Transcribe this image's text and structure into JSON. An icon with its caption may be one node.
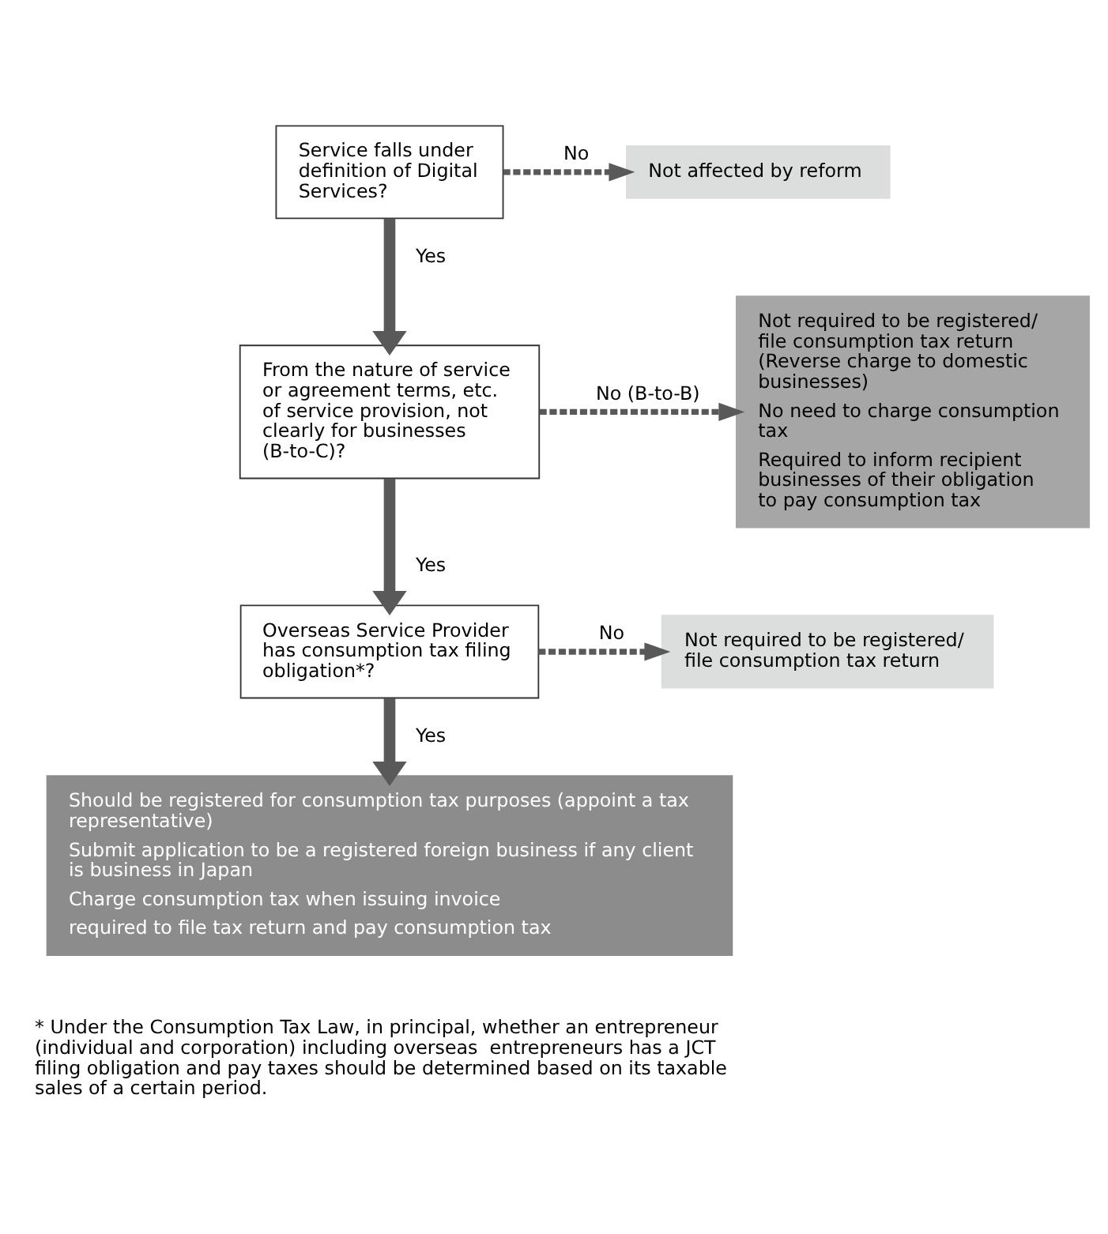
{
  "diagram": {
    "nodes": [
      {
        "text": [
          "Service falls under definition of Digital Services?"
        ]
      },
      {
        "text": [
          "Not affected by reform"
        ]
      },
      {
        "text": [
          "From the nature of service or agreement terms, etc. of service provision, not clearly for businesses (B-to-C)?"
        ]
      },
      {
        "text": [
          "Not required to be registered/ file consumption tax return (Reverse charge to domestic businesses)",
          "No need to charge consumption tax",
          "Required to inform recipient businesses of their obligation to pay consumption tax"
        ]
      },
      {
        "text": [
          "Overseas Service Provider has consumption tax filing obligation*?"
        ]
      },
      {
        "text": [
          "Not required to be registered/ file consumption tax return"
        ]
      },
      {
        "text": [
          "Should be registered for consumption tax purposes (appoint a tax representative)",
          "Submit application to be a registered foreign business if any client is business in Japan",
          "Charge consumption tax when issuing invoice",
          "required to file tax return and pay consumption tax"
        ]
      }
    ],
    "edges": [
      {
        "from": 0,
        "to": 1,
        "arrow": "to",
        "label": "No",
        "style": "dashed"
      },
      {
        "from": 0,
        "to": 2,
        "arrow": "to",
        "label": "Yes",
        "style": "thick"
      },
      {
        "from": 2,
        "to": 3,
        "arrow": "to",
        "label": "No (B-to-B)",
        "style": "dashed"
      },
      {
        "from": 2,
        "to": 4,
        "arrow": "to",
        "label": "Yes",
        "style": "thick"
      },
      {
        "from": 4,
        "to": 5,
        "arrow": "to",
        "label": "No",
        "style": "dashed"
      },
      {
        "from": 4,
        "to": 6,
        "arrow": "to",
        "label": "Yes",
        "style": "thick"
      }
    ],
    "labels": [
      "* Under the Consumption Tax Law, in principal, whether an entrepreneur (individual and corporation) including overseas  entrepreneurs has a JCT filing obligation and pay taxes should be determined based on its taxable sales of a certain period."
    ]
  }
}
